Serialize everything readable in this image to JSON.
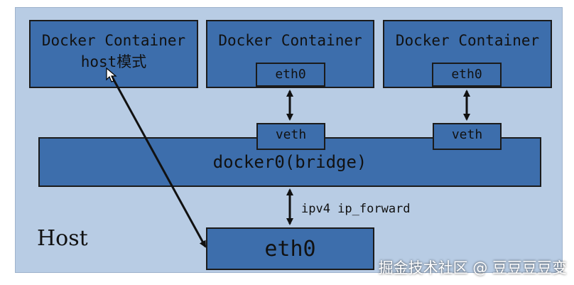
{
  "containers": {
    "host_mode": {
      "title": "Docker Container",
      "subtitle": "host模式"
    },
    "bridge_1": {
      "title": "Docker Container",
      "eth_label": "eth0"
    },
    "bridge_2": {
      "title": "Docker Container",
      "eth_label": "eth0"
    }
  },
  "veth": {
    "label_1": "veth",
    "label_2": "veth"
  },
  "bridge": {
    "label": "docker0(bridge)"
  },
  "host": {
    "label": "Host",
    "eth_label": "eth0",
    "forward_label": "ipv4 ip_forward"
  },
  "watermark": {
    "text": "掘金技术社区 @ 豆豆豆豆变"
  },
  "colors": {
    "background_panel": "#b8cce4",
    "box_fill": "#3d6eac",
    "border": "#1b1b1b"
  },
  "icons": {
    "cursor": "mouse-pointer-icon"
  }
}
